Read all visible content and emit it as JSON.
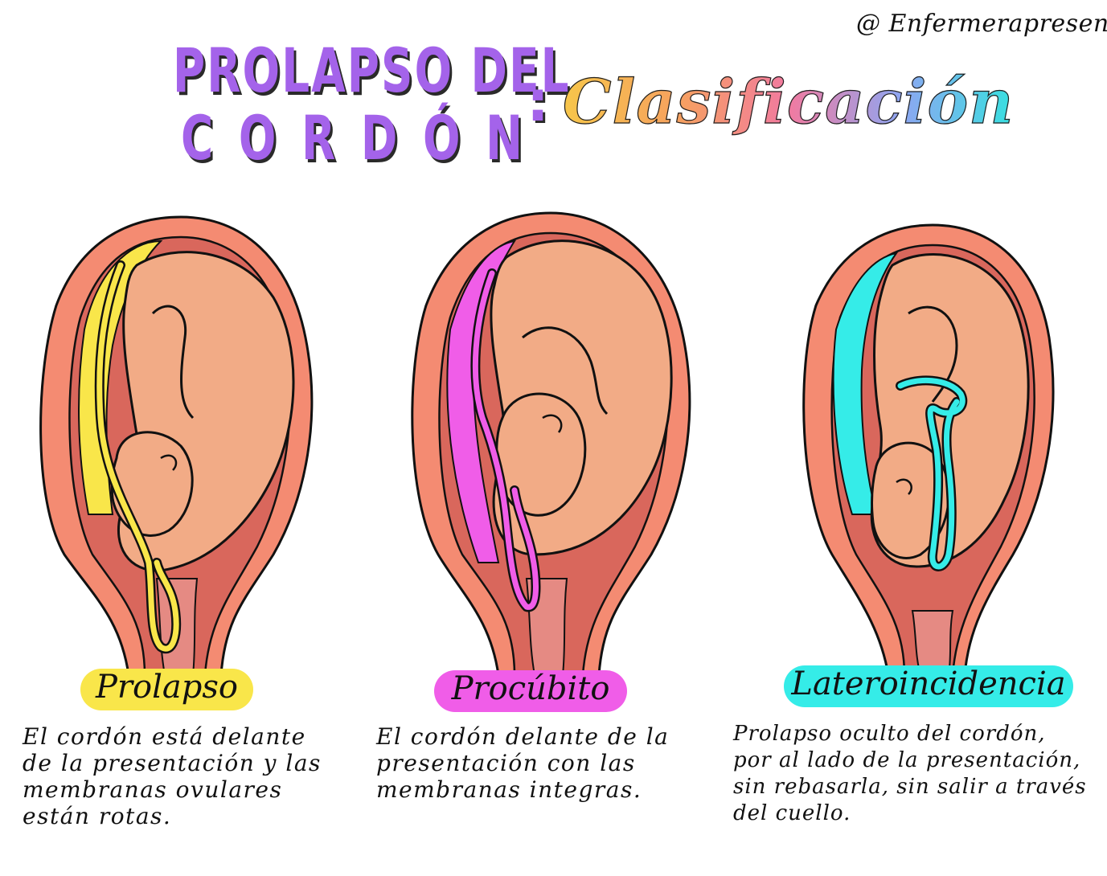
{
  "handle": "@ Enfermerapresente",
  "title": {
    "line1": "PROLAPSO DEL",
    "line2": "CORDÓN",
    "colon": ":",
    "subtitle": "Clasificación"
  },
  "colors": {
    "title": "#a463ea",
    "prolapso": "#f9e64a",
    "procubito": "#f05de8",
    "lateroincidencia": "#35ece8",
    "uterus_wall": "#f48b72",
    "uterus_inner": "#d9675c",
    "fetus": "#f2ab86"
  },
  "panels": [
    {
      "label": "Prolapso",
      "description": "El cordón está delante\nde la presentación y las\nmembranas ovulares\nestán rotas."
    },
    {
      "label": "Procúbito",
      "description": "El cordón delante de la\npresentación con las\nmembranas integras."
    },
    {
      "label": "Lateroincidencia",
      "description": "Prolapso oculto del cordón,\npor al lado de la presentación,\nsin rebasarla, sin salir a través\ndel cuello."
    }
  ]
}
